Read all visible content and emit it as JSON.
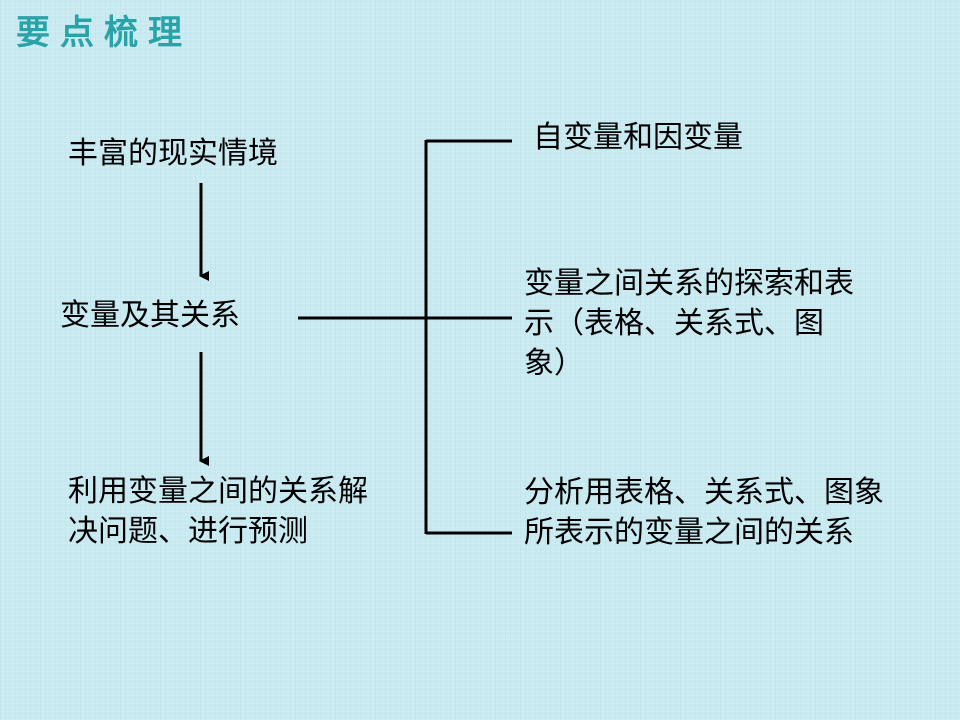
{
  "title": "要点梳理",
  "nodes": {
    "rich_context": "丰富的现实情境",
    "variables": "变量及其关系",
    "application": "利用变量之间的关系解决问题、进行预测",
    "independent_dependent": "自变量和因变量",
    "exploration": "变量之间关系的探索和表示（表格、关系式、图象）",
    "analysis": "分析用表格、关系式、图象所表示的变量之间的关系"
  },
  "colors": {
    "background": "#c9eaf1",
    "title": "#2aa3a8",
    "line": "#000000"
  }
}
